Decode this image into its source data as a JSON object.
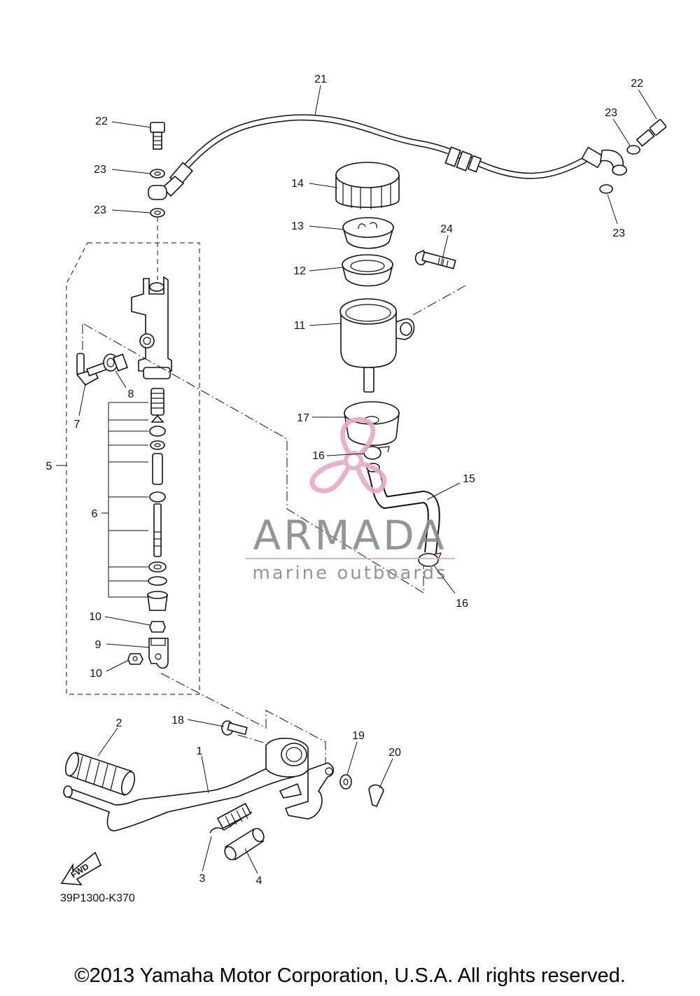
{
  "diagram": {
    "code": "39P1300-K370",
    "fwd_label": "FWD",
    "labels": {
      "n1": "1",
      "n2": "2",
      "n3": "3",
      "n4": "4",
      "n5": "5",
      "n6": "6",
      "n7": "7",
      "n8": "8",
      "n9": "9",
      "n10a": "10",
      "n10b": "10",
      "n11": "11",
      "n12": "12",
      "n13": "13",
      "n14": "14",
      "n15": "15",
      "n16a": "16",
      "n16b": "16",
      "n17": "17",
      "n18": "18",
      "n19": "19",
      "n20": "20",
      "n21": "21",
      "n22a": "22",
      "n22b": "22",
      "n23a": "23",
      "n23b": "23",
      "n23c": "23",
      "n23d": "23",
      "n24": "24"
    }
  },
  "watermark": {
    "brand": "ARMADA",
    "tagline": "marine outboards",
    "brand_color": "#8a8a8a",
    "accent_color": "#e8a9c8"
  },
  "footer": {
    "copyright": "©2013 Yamaha Motor Corporation, U.S.A. All rights reserved."
  }
}
